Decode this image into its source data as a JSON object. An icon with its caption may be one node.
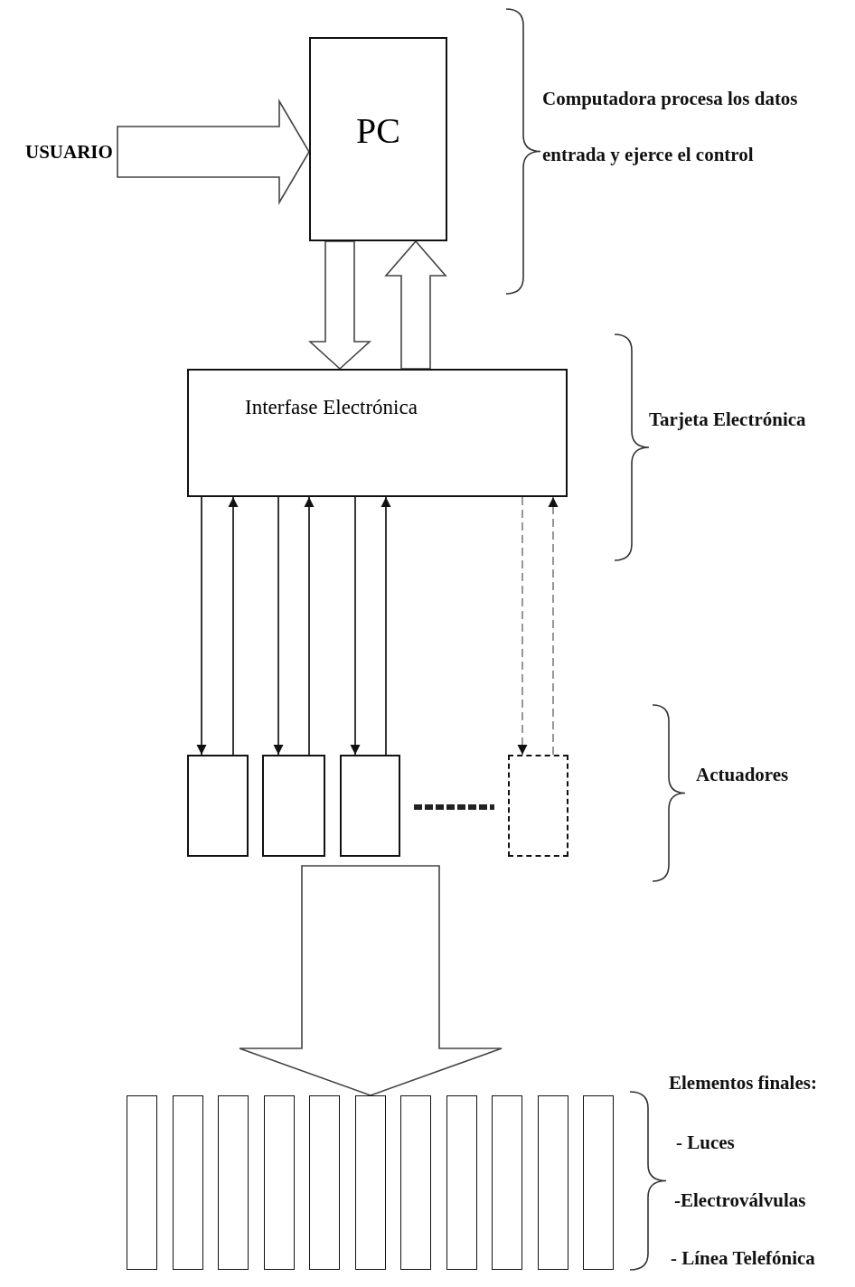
{
  "diagram": {
    "nodes": [
      {
        "text": [
          "USUARIO"
        ]
      },
      {
        "text": [
          "PC"
        ]
      },
      {
        "text": [
          "Interfase  Electrónica"
        ]
      },
      {
        "text": [],
        "shape": "box"
      },
      {
        "text": [],
        "shape": "box"
      },
      {
        "text": [],
        "shape": "box"
      },
      {
        "text": [],
        "shape": "box"
      },
      {
        "text": [],
        "shape": "bar"
      },
      {
        "text": [],
        "shape": "bar"
      },
      {
        "text": [],
        "shape": "bar"
      },
      {
        "text": [],
        "shape": "bar"
      },
      {
        "text": [],
        "shape": "bar"
      },
      {
        "text": [],
        "shape": "bar"
      },
      {
        "text": [],
        "shape": "bar"
      },
      {
        "text": [],
        "shape": "bar"
      },
      {
        "text": [],
        "shape": "bar"
      },
      {
        "text": [],
        "shape": "bar"
      },
      {
        "text": [],
        "shape": "bar"
      }
    ],
    "edges": [
      {
        "from": 0,
        "to": 1,
        "arrow": "to",
        "style": "thick"
      },
      {
        "from": 1,
        "to": 2,
        "arrow": "to",
        "style": "thick"
      },
      {
        "from": 2,
        "to": 1,
        "arrow": "to",
        "style": "thick"
      },
      {
        "from": 2,
        "to": 3,
        "arrow": "to"
      },
      {
        "from": 3,
        "to": 2,
        "arrow": "to"
      },
      {
        "from": 2,
        "to": 4,
        "arrow": "to"
      },
      {
        "from": 4,
        "to": 2,
        "arrow": "to"
      },
      {
        "from": 2,
        "to": 5,
        "arrow": "to"
      },
      {
        "from": 5,
        "to": 2,
        "arrow": "to"
      },
      {
        "from": 2,
        "to": 6,
        "arrow": "to",
        "style": "dashed",
        "color": "#8c8c8c"
      },
      {
        "from": 6,
        "to": 2,
        "arrow": "to",
        "style": "dashed",
        "color": "#8c8c8c"
      },
      {
        "from": 5,
        "to": 6,
        "arrow": "none",
        "style": "dashed"
      },
      {
        "from": 5,
        "to": 12,
        "arrow": "to",
        "style": "thick"
      }
    ],
    "labels": [
      "Computadora procesa los datos entrada y ejerce el control",
      "Tarjeta Electrónica",
      "Actuadores",
      "Elementos finales:",
      "- Luces",
      "-Electroválvulas",
      "- Línea Telefónica"
    ]
  }
}
